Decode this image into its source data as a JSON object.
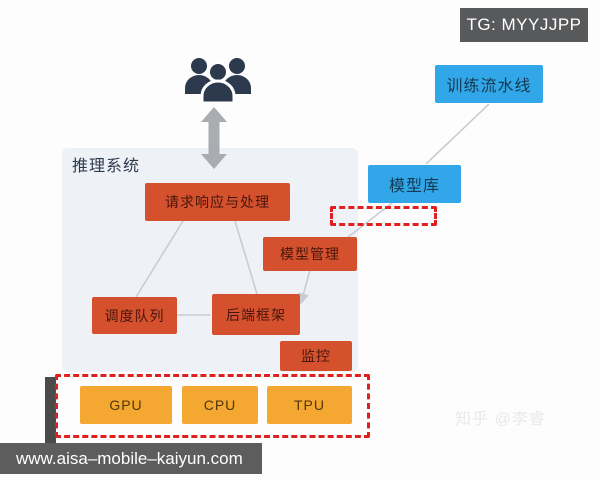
{
  "colors": {
    "blue": "#31a7e9",
    "red": "#d5512e",
    "yellow": "#f4a832",
    "dashed_red": "#e01f1f",
    "container_bg": "#eef1f6",
    "badge_bg": "#58595b",
    "url_bg": "#5d5d5d",
    "line": "#c9cdd3",
    "text_on_red": "#47160b",
    "text_on_blue": "#16394f",
    "text_on_yellow": "#50370b",
    "people_icon": "#2d3a4e",
    "arrow_gray": "#a9acb1",
    "watermark_text": "#e9e9e9"
  },
  "badge": {
    "label": "TG: MYYJJPP"
  },
  "diagram": {
    "system_label": "推理系统",
    "nodes": {
      "training_pipeline": {
        "label": "训练流水线"
      },
      "model_repo": {
        "label": "模型库"
      },
      "request_handling": {
        "label": "请求响应与处理"
      },
      "model_management": {
        "label": "模型管理"
      },
      "scheduling_queue": {
        "label": "调度队列"
      },
      "backend_framework": {
        "label": "后端框架"
      },
      "monitoring": {
        "label": "监控"
      },
      "hardware": {
        "gpu": "GPU",
        "cpu": "CPU",
        "tpu": "TPU"
      }
    }
  },
  "watermark": {
    "label": "知乎 @李睿"
  },
  "url_bar": {
    "label": "www.aisa–mobile–kaiyun.com"
  }
}
